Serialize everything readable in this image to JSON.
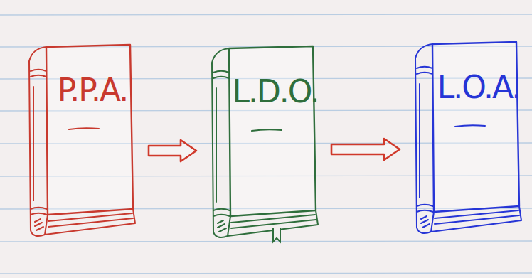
{
  "diagram": {
    "nodes": [
      {
        "text": [
          "P.P.A."
        ]
      },
      {
        "text": [
          "L.D.O."
        ]
      },
      {
        "text": [
          "L.O.A."
        ]
      }
    ],
    "edges": [
      {
        "from": 0,
        "to": 1,
        "arrow": "to"
      },
      {
        "from": 1,
        "to": 2,
        "arrow": "to"
      }
    ]
  }
}
